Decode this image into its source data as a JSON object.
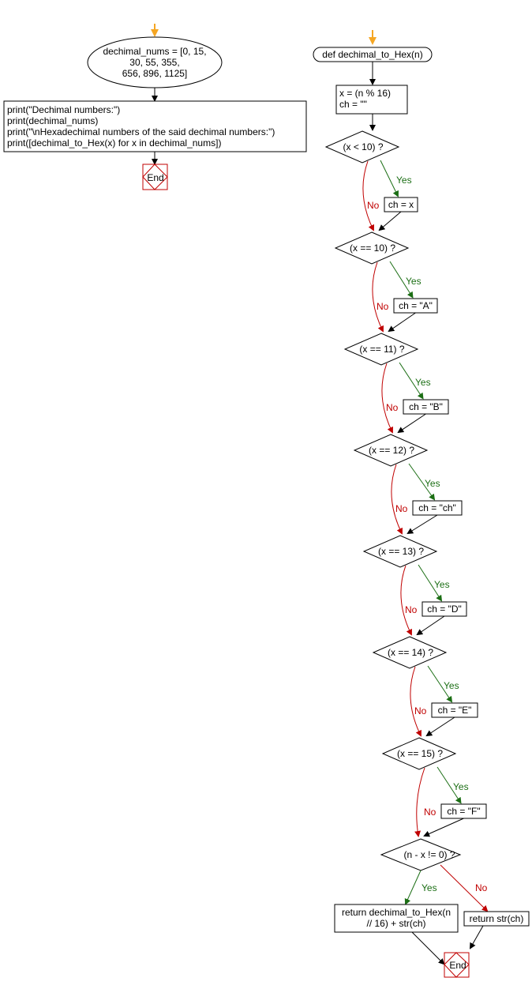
{
  "colors": {
    "start_arrow": "#f5a623",
    "yes": "#1b6e14",
    "no": "#c00000",
    "end": "#c00000",
    "stroke": "#000000"
  },
  "main": {
    "input_lines": [
      "dechimal_nums = [0, 15,",
      "30, 55, 355,",
      "656, 896, 1125]"
    ],
    "process_lines": [
      "print(\"Dechimal numbers:\")",
      "print(dechimal_nums)",
      "print(\"\\nHexadechimal numbers of the said dechimal numbers:\")",
      "print([dechimal_to_Hex(x) for x in dechimal_nums])"
    ],
    "end_label": "End"
  },
  "function": {
    "header": "def dechimal_to_Hex(n)",
    "init_lines": [
      "x = (n % 16)",
      "ch = \"\""
    ],
    "conditions": [
      "(x < 10) ?",
      "(x == 10) ?",
      "(x == 11) ?",
      "(x == 12) ?",
      "(x == 13) ?",
      "(x == 14) ?",
      "(x == 15) ?"
    ],
    "assignments": [
      "ch = x",
      "ch = \"A\"",
      "ch = \"B\"",
      "ch = \"ch\"",
      "ch = \"D\"",
      "ch = \"E\"",
      "ch = \"F\""
    ],
    "final_condition": "(n - x != 0) ?",
    "return_recursive_lines": [
      "return dechimal_to_Hex(n",
      "// 16) + str(ch)"
    ],
    "return_base": "return str(ch)",
    "end_label": "End"
  },
  "labels": {
    "yes": "Yes",
    "no": "No"
  }
}
